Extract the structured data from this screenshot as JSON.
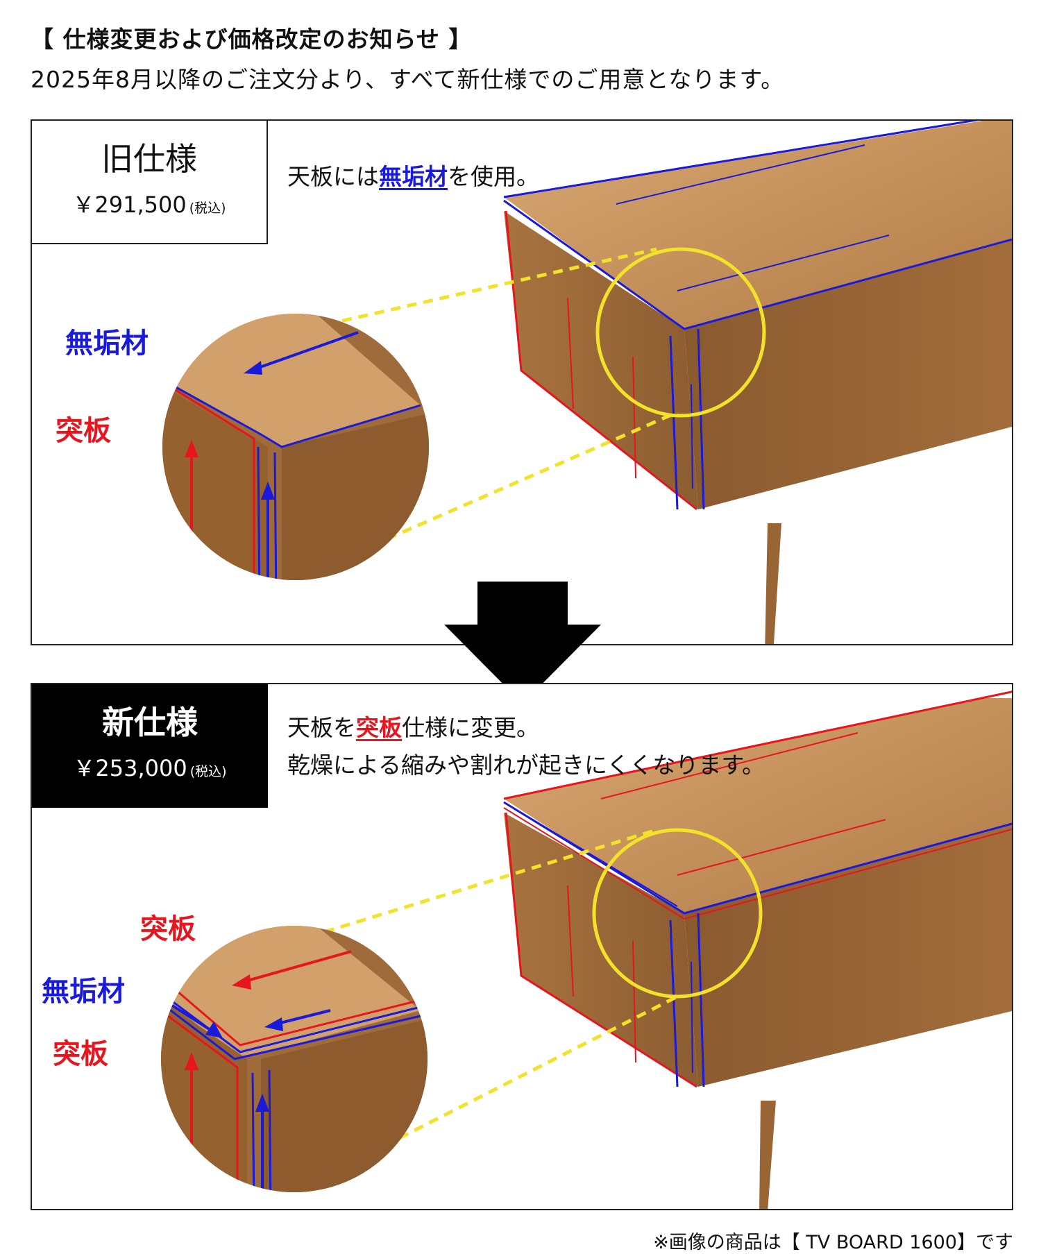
{
  "header": {
    "title": "【 仕様変更および価格改定のお知らせ 】",
    "subtitle": "2025年8月以降のご注文分より、すべて新仕様でのご用意となります。"
  },
  "old_spec": {
    "title": "旧仕様",
    "price": "￥291,500",
    "tax_note": "(税込)",
    "desc_pre": "天板には",
    "desc_highlight": "無垢材",
    "desc_post": "を使用。",
    "labels": {
      "solid_wood": "無垢材",
      "veneer": "突板"
    }
  },
  "new_spec": {
    "title": "新仕様",
    "price": "￥253,000",
    "tax_note": "(税込)",
    "desc_pre": "天板を",
    "desc_highlight": "突板",
    "desc_post": "仕様に変更。",
    "desc_line2": "乾燥による縮みや割れが起きにくくなります。",
    "labels": {
      "veneer_top": "突板",
      "solid_wood": "無垢材",
      "veneer_bottom": "突板"
    }
  },
  "footnote": "※画像の商品は【 TV BOARD 1600】です",
  "colors": {
    "solid_wood": "#1a1adb",
    "veneer": "#e8141e",
    "highlight_circle": "#f2e22a",
    "wood": "#b5814a"
  }
}
